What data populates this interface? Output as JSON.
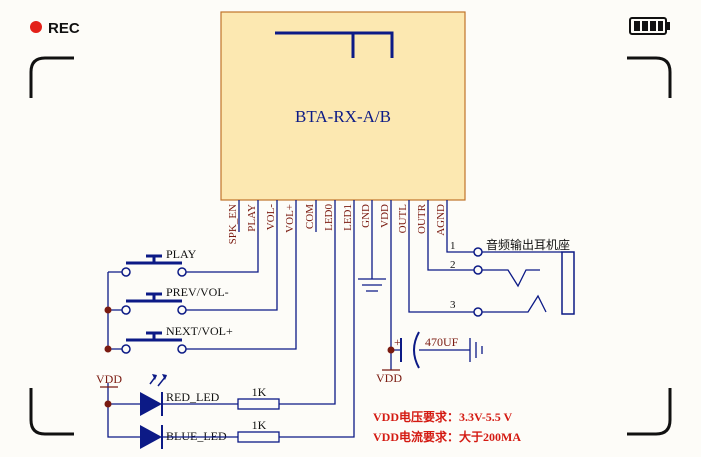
{
  "camera": {
    "rec_label": "REC",
    "rec_color": "#e32119"
  },
  "module": {
    "title": "BTA-RX-A/B",
    "fill": "#fce8b1",
    "border": "#c0752a",
    "pins": [
      "SPK_EN",
      "PLAY",
      "VOL-",
      "VOL+",
      "COM",
      "LED0",
      "LED1",
      "GND",
      "VDD",
      "OUTL",
      "OUTR",
      "AGND"
    ]
  },
  "buttons": [
    "PLAY",
    "PREV/VOL-",
    "NEXT/VOL+"
  ],
  "leds": {
    "red": "RED_LED",
    "blue": "BLUE_LED",
    "resistor": "1K"
  },
  "supply": {
    "vdd_left": "VDD",
    "vdd_bottom": "VDD"
  },
  "capacitor": {
    "plus": "+",
    "value": "470UF"
  },
  "jack": {
    "label": "音频输出耳机座",
    "pins": [
      "1",
      "2",
      "3"
    ]
  },
  "notes": {
    "voltage": "VDD电压要求：3.3V-5.5 V",
    "current": "VDD电流要求：大于200MA",
    "color": "#d41a12"
  },
  "colors": {
    "wire": "#0c1a86",
    "label": "#7a1a10"
  }
}
